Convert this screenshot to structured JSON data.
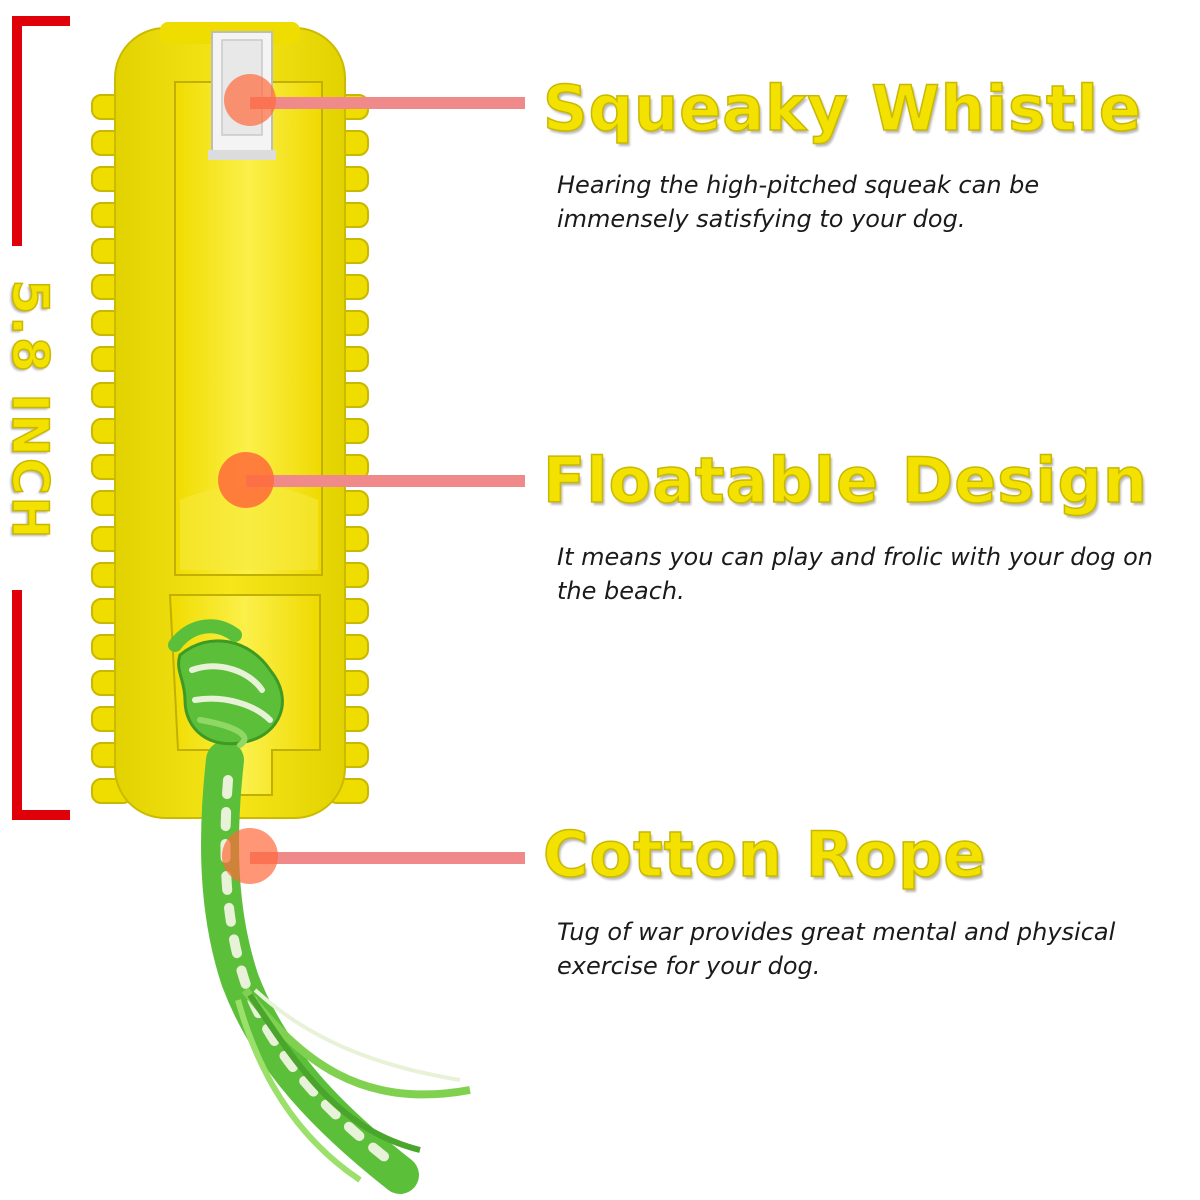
{
  "size_label": "5.8 INCH",
  "features": [
    {
      "title": "Squeaky Whistle",
      "description": "Hearing the high-pitched squeak can be immensely satisfying to your dog."
    },
    {
      "title": "Floatable Design",
      "description": "It means you can play and frolic with your dog on the beach."
    },
    {
      "title": "Cotton Rope",
      "description": "Tug of war provides great mental and physical exercise for your dog."
    }
  ],
  "colors": {
    "toy_yellow": "#f3e200",
    "toy_shadow": "#d6c600",
    "callout_line": "#f08a8a",
    "callout_dot": "#ff6a3a",
    "measure_bracket": "#e0000a",
    "rope_green": "#5cbf3a",
    "rope_white": "#e8f2d8"
  },
  "icons": {
    "whistle": "whistle-icon",
    "rope": "rope-icon"
  }
}
